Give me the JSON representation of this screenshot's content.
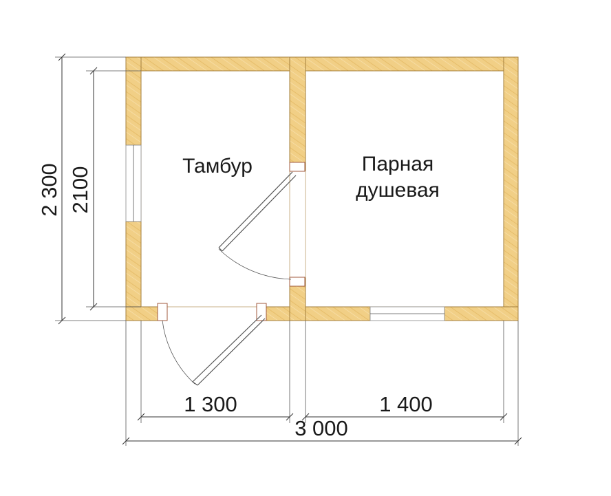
{
  "rooms": {
    "vestibule": "Тамбур",
    "steam_shower_line1": "Парная",
    "steam_shower_line2": "душевая"
  },
  "dimensions": {
    "bottom_left": "1 300",
    "bottom_right": "1 400",
    "bottom_total": "3 000",
    "left_outer": "2 300",
    "left_inner": "2100"
  },
  "colors": {
    "wall_fill": "#f1cf86",
    "wall_stroke": "#a47f3c"
  }
}
